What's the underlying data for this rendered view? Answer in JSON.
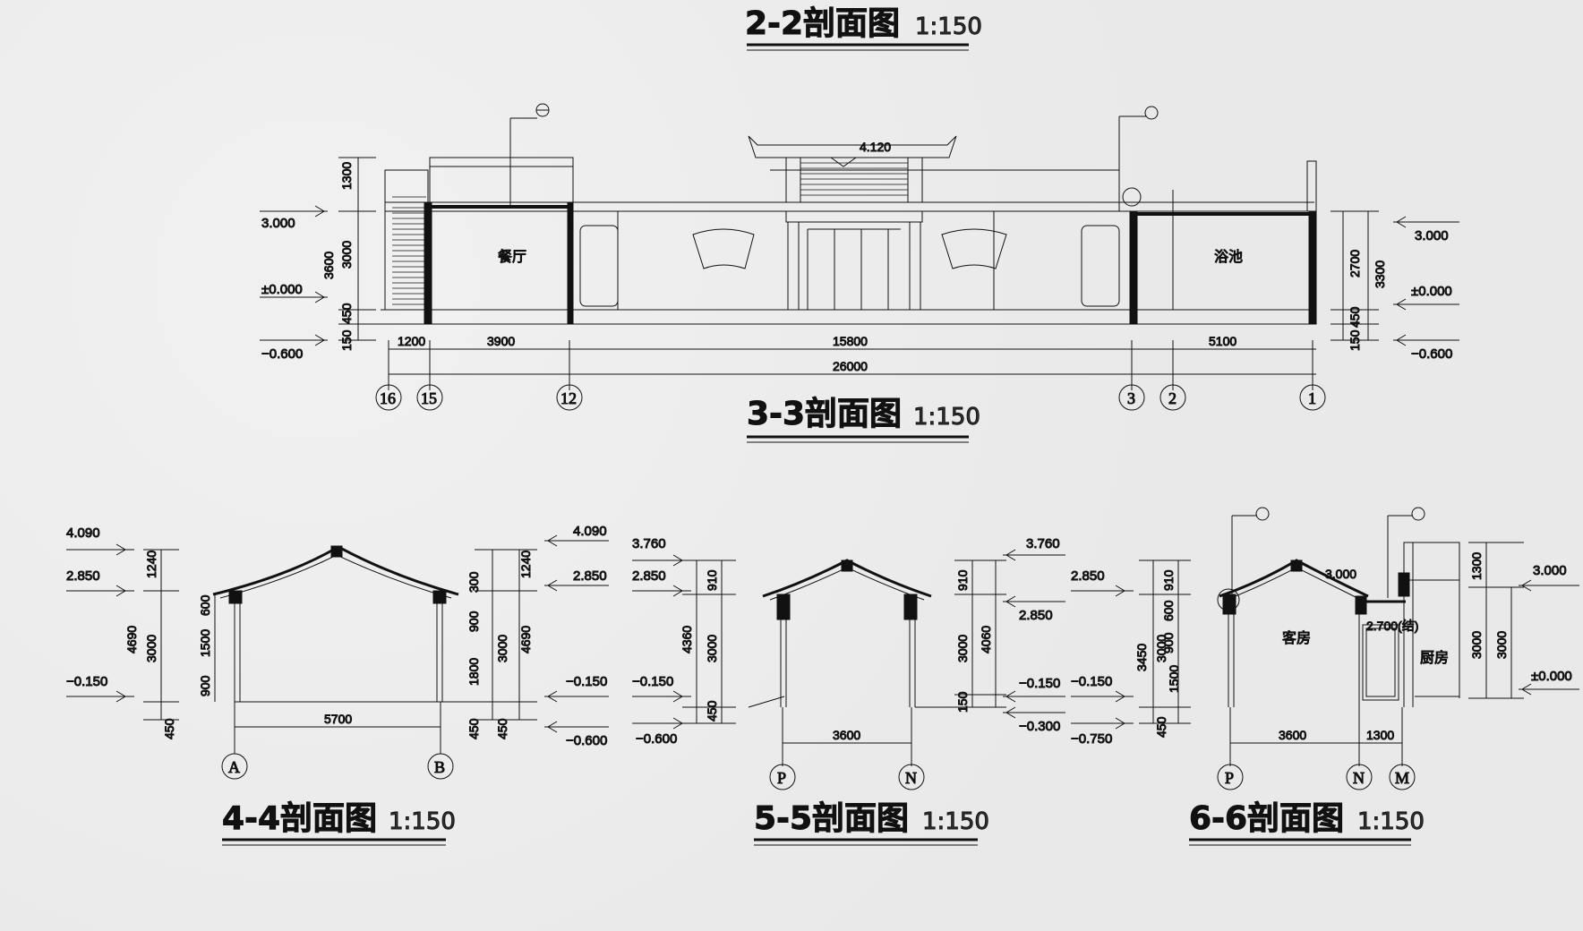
{
  "titles": {
    "s22": {
      "name": "2-2剖面图",
      "scale": "1:150"
    },
    "s33": {
      "name": "3-3剖面图",
      "scale": "1:150"
    },
    "s44": {
      "name": "4-4剖面图",
      "scale": "1:150"
    },
    "s55": {
      "name": "5-5剖面图",
      "scale": "1:150"
    },
    "s66": {
      "name": "6-6剖面图",
      "scale": "1:150"
    }
  },
  "s33": {
    "rooms": {
      "dining": "餐厅",
      "bath": "浴池"
    },
    "ridge_level": "4.120",
    "levels_left": [
      "3.000",
      "±0.000",
      "−0.600"
    ],
    "levels_right": [
      "3.000",
      "±0.000",
      "−0.600"
    ],
    "dims_left": [
      "1300",
      "3600",
      "3000",
      "450",
      "150"
    ],
    "dims_right": [
      "2700",
      "3300",
      "450",
      "150"
    ],
    "dims_bottom": [
      "1200",
      "3900",
      "15800",
      "5100"
    ],
    "total": "26000",
    "axes": [
      "16",
      "15",
      "12",
      "3",
      "2",
      "1"
    ]
  },
  "s44": {
    "levels_left": [
      "4.090",
      "2.850",
      "−0.150"
    ],
    "levels_right": [
      "4.090",
      "2.850",
      "−0.150",
      "−0.600"
    ],
    "dims_left": [
      "1240",
      "4690",
      "3000",
      "450",
      "600",
      "1500",
      "900"
    ],
    "dims_right": [
      "300",
      "900",
      "1800",
      "3000",
      "4690",
      "1240",
      "450",
      "450"
    ],
    "span": "5700",
    "axes": [
      "A",
      "B"
    ]
  },
  "s55": {
    "levels_left": [
      "3.760",
      "2.850",
      "−0.150",
      "−0.600"
    ],
    "levels_right": [
      "3.760",
      "2.850",
      "−0.150",
      "−0.300"
    ],
    "dims_left": [
      "910",
      "4360",
      "3000",
      "450"
    ],
    "dims_right": [
      "910",
      "4060",
      "3000",
      "150"
    ],
    "span": "3600",
    "axes": [
      "P",
      "N"
    ]
  },
  "s66": {
    "levels_left": [
      "2.850",
      "−0.150",
      "−0.750"
    ],
    "levels_right": [
      "3.000",
      "±0.000"
    ],
    "top_level": "3.000",
    "beam_note": "2.700(结)",
    "rooms": {
      "guest": "客房",
      "kitchen": "厨房"
    },
    "dims_left": [
      "910",
      "600",
      "900",
      "3450",
      "3000",
      "1500",
      "450"
    ],
    "dims_right": [
      "1300",
      "3000",
      "3000"
    ],
    "spans": [
      "3600",
      "1300"
    ],
    "axes": [
      "P",
      "N",
      "M"
    ]
  }
}
